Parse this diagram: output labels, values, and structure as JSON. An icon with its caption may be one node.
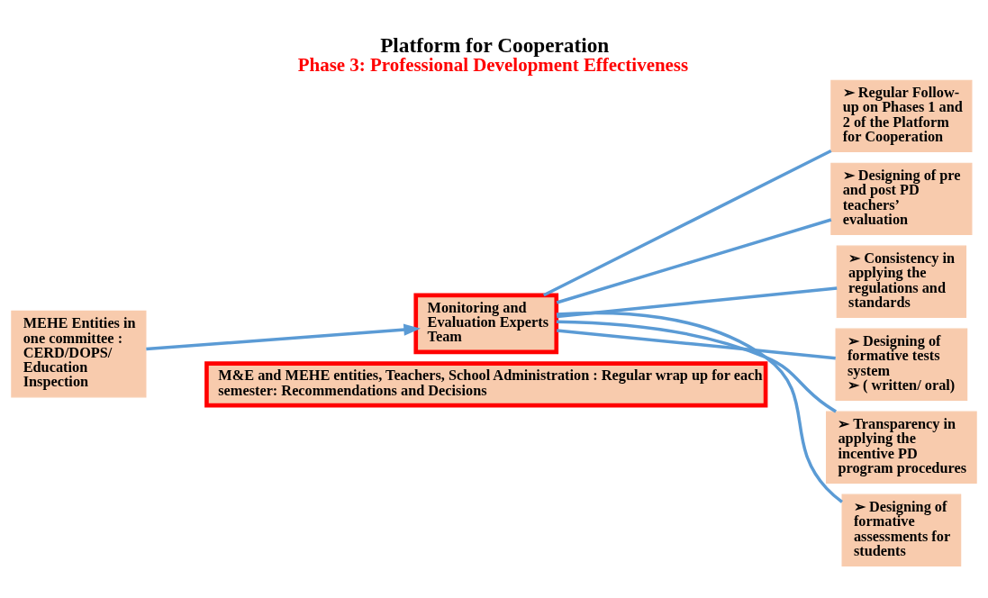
{
  "diagram": {
    "title": "Platform for Cooperation",
    "caption": "Phase 3: Professional Development Effectiveness",
    "nodes": [
      {
        "text": [
          "MEHE Entities in one committee : CERD/DOPS/ Education Inspection"
        ]
      },
      {
        "text": [
          "Monitoring and Evaluation Experts Team"
        ]
      },
      {
        "text": [
          "➢ Regular Follow-up on Phases 1 and 2 of the Platform for Cooperation"
        ]
      },
      {
        "text": [
          "➢ Designing of pre and post PD teachers’ evaluation"
        ]
      },
      {
        "text": [
          "➢ Consistency in applying the regulations and standards"
        ]
      },
      {
        "text": [
          "➢ Designing of formative tests system",
          "➢ ( written/ oral)"
        ]
      },
      {
        "text": [
          "➢ Transparency in applying the incentive PD program procedures"
        ]
      },
      {
        "text": [
          "➢ Designing of formative assessments for students"
        ]
      },
      {
        "text": [
          "M&E and MEHE entities, Teachers, School Administration : Regular wrap up for each semester: Recommendations and Decisions"
        ]
      }
    ],
    "edges": [
      {
        "from": 0,
        "to": 1,
        "arrow": "to"
      },
      {
        "from": 1,
        "to": 2,
        "arrow": "none"
      },
      {
        "from": 1,
        "to": 3,
        "arrow": "none"
      },
      {
        "from": 1,
        "to": 4,
        "arrow": "none"
      },
      {
        "from": 1,
        "to": 5,
        "arrow": "none"
      },
      {
        "from": 1,
        "to": 6,
        "arrow": "none"
      },
      {
        "from": 1,
        "to": 7,
        "arrow": "none"
      }
    ]
  }
}
